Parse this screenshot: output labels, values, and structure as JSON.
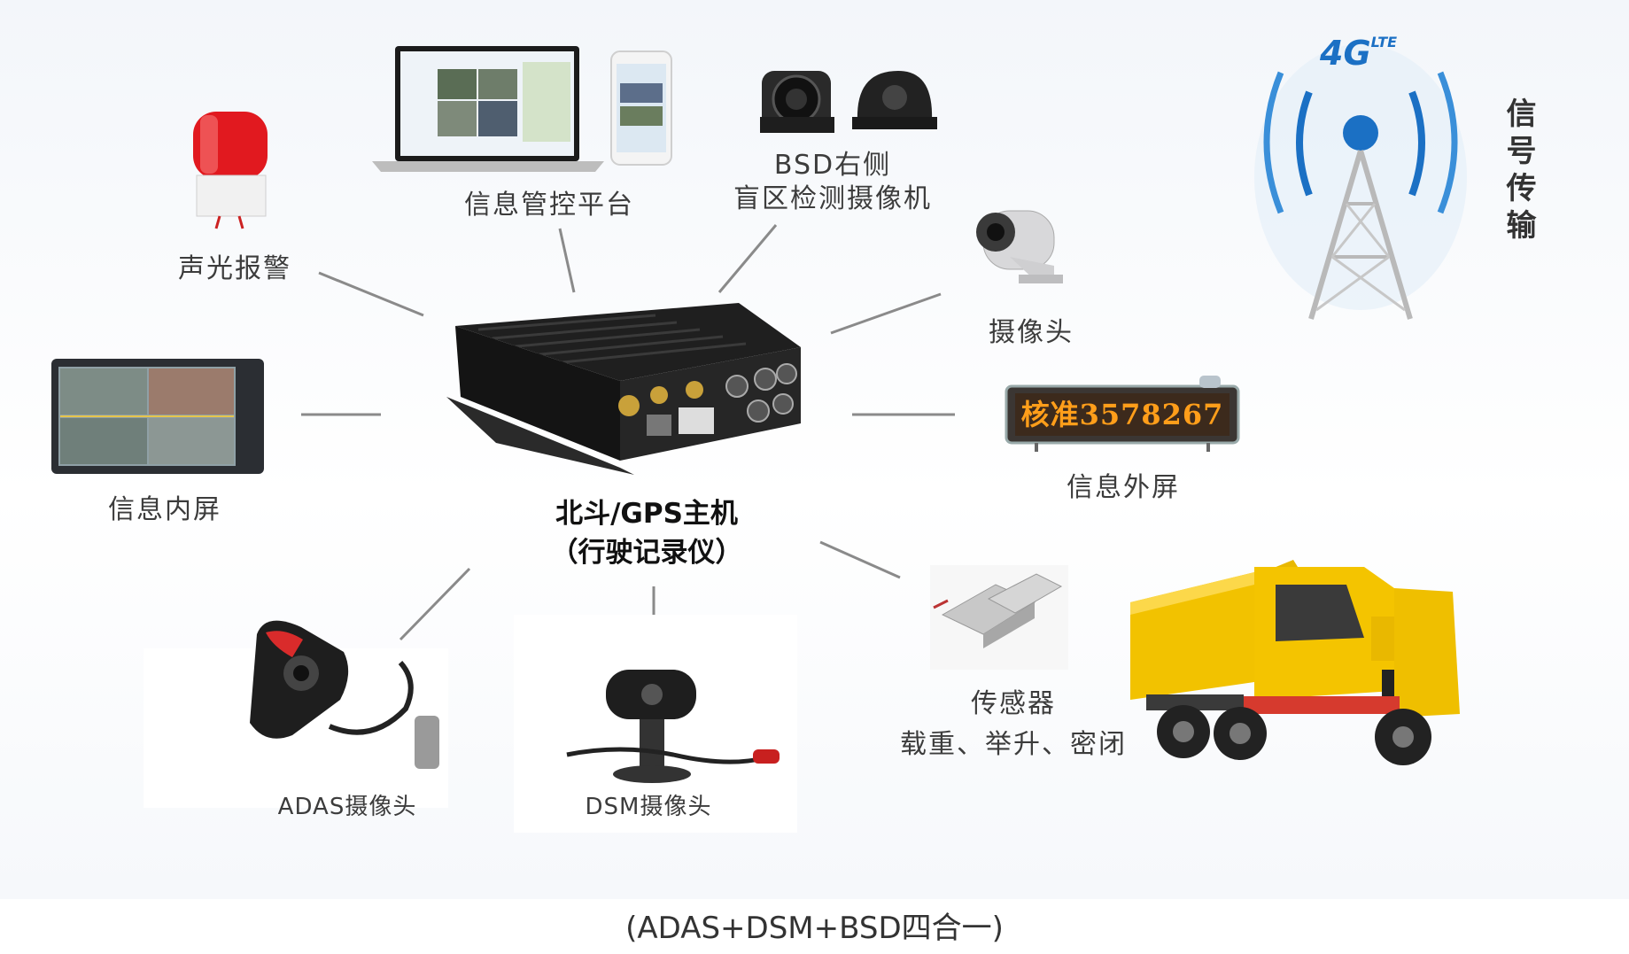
{
  "center": {
    "title_line1": "北斗/GPS主机",
    "title_line2": "（行驶记录仪）"
  },
  "peripherals": {
    "alarm": "声光报警",
    "platform": "信息管控平台",
    "bsd_line1": "BSD右侧",
    "bsd_line2": "盲区检测摄像机",
    "camera": "摄像头",
    "inner_screen": "信息内屏",
    "outer_screen": "信息外屏",
    "outer_screen_display": "核准3578267",
    "sensor_line1": "传感器",
    "sensor_line2": "载重、举升、密闭",
    "adas": "ADAS摄像头",
    "dsm": "DSM摄像头"
  },
  "signal": {
    "label": "信号传输",
    "badge": "4G",
    "badge_sub": "LTE"
  },
  "footer": "(ADAS+DSM+BSD四合一)"
}
